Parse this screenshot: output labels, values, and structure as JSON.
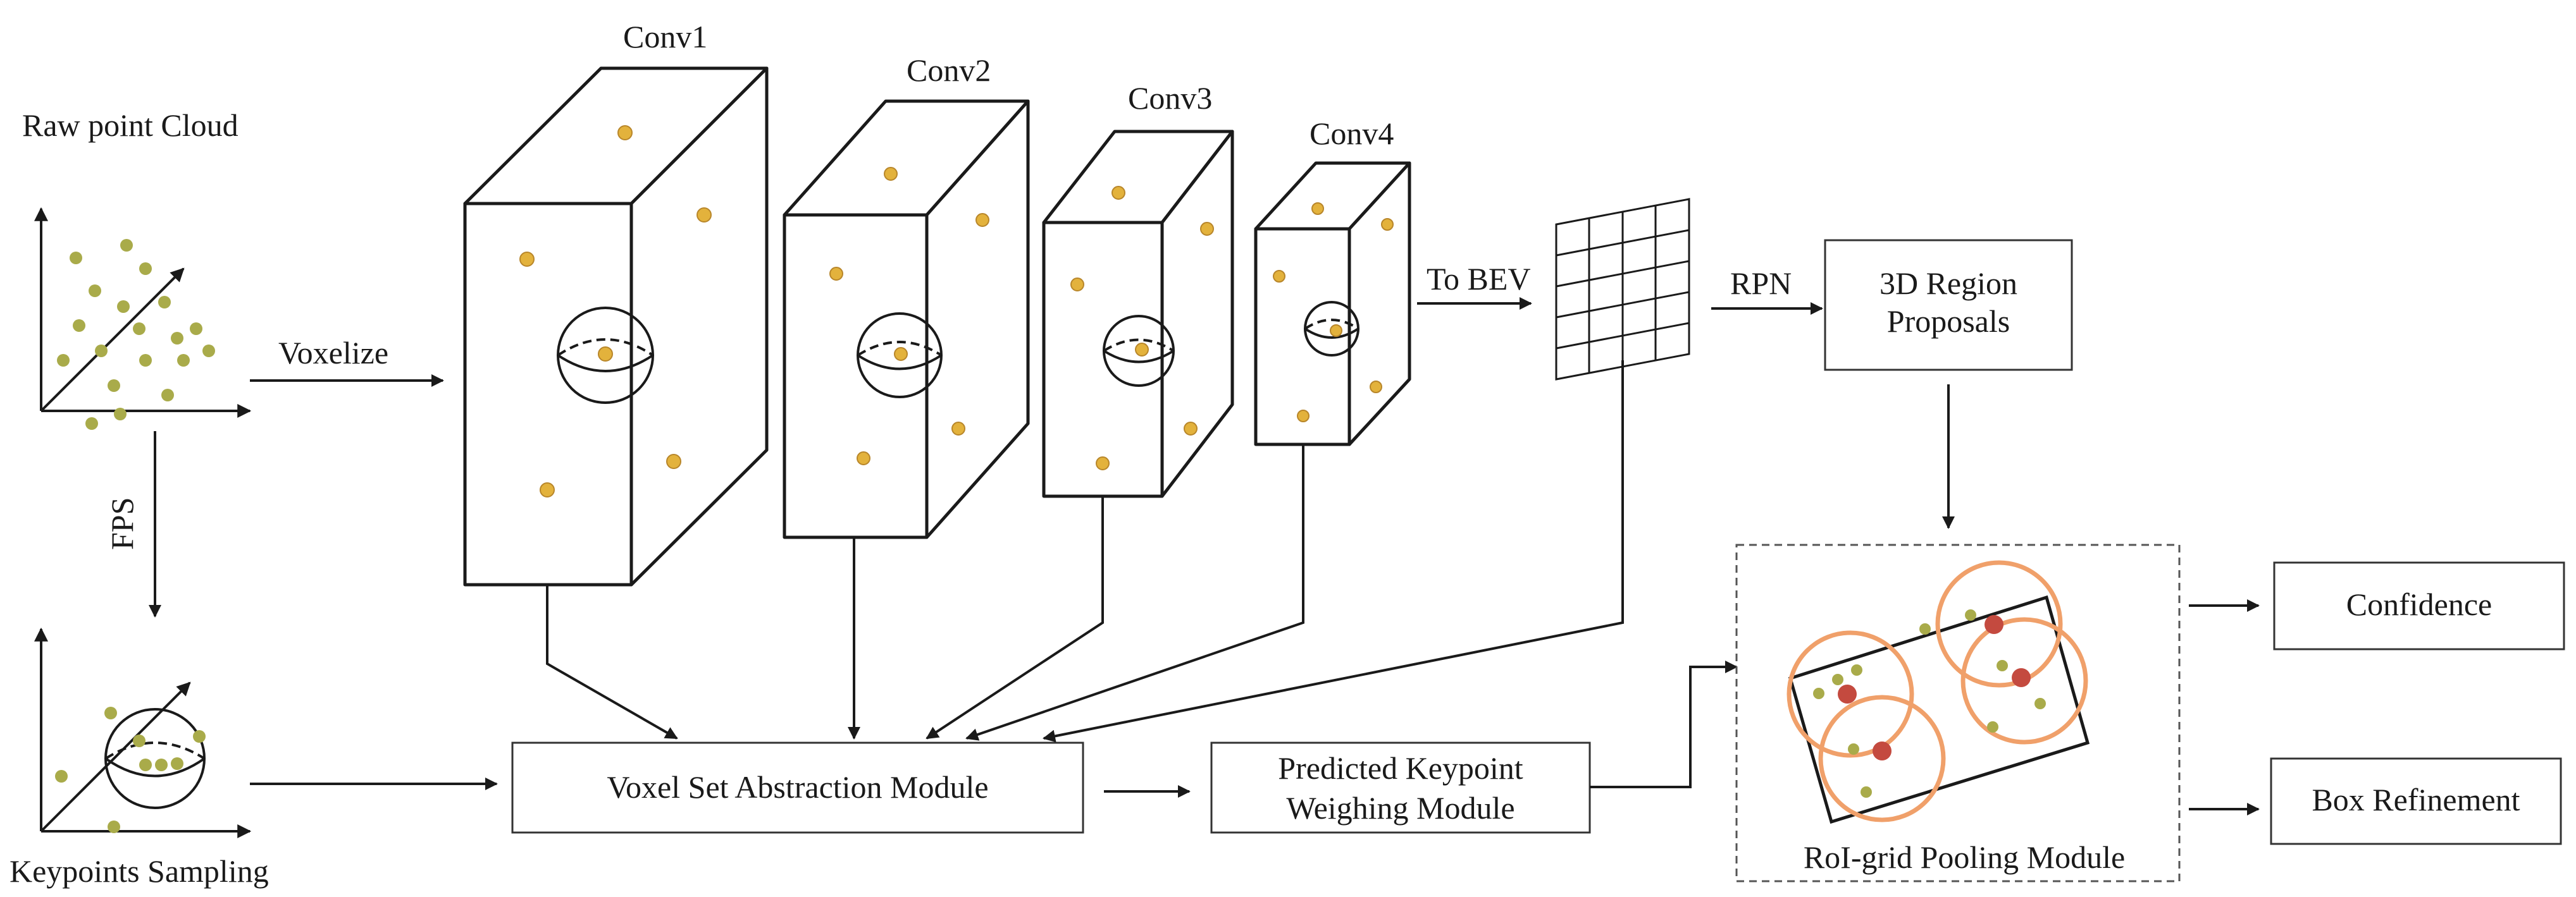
{
  "labels": {
    "raw_point_cloud": "Raw point Cloud",
    "voxelize": "Voxelize",
    "fps": "FPS",
    "keypoints_sampling": "Keypoints Sampling",
    "conv1": "Conv1",
    "conv2": "Conv2",
    "conv3": "Conv3",
    "conv4": "Conv4",
    "to_bev": "To BEV",
    "rpn": "RPN",
    "region_proposals_line1": "3D Region",
    "region_proposals_line2": "Proposals",
    "vsa_module": "Voxel Set Abstraction Module",
    "pkw_line1": "Predicted Keypoint",
    "pkw_line2": "Weighing Module",
    "roi_grid": "RoI-grid Pooling Module",
    "confidence": "Confidence",
    "box_refinement": "Box Refinement"
  },
  "colors": {
    "stroke": "#1a1a1a",
    "point_yellow": "#e3b23c",
    "point_olive": "#a9ab4a",
    "point_red": "#c44a3f",
    "circle_orange": "#f0a06a"
  }
}
